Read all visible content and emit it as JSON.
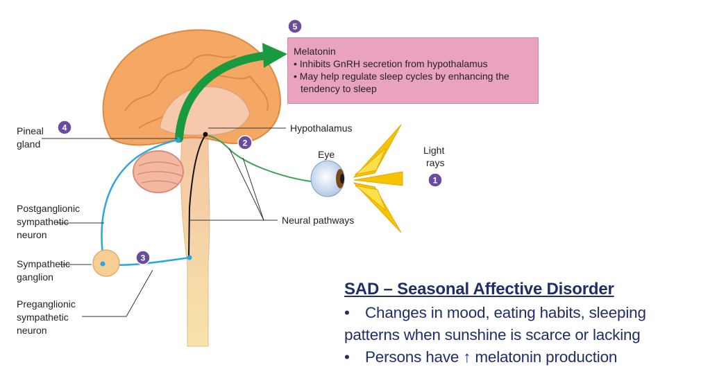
{
  "labels": {
    "pineal_line1": "Pineal",
    "pineal_line2": "gland",
    "hypothalamus": "Hypothalamus",
    "eye": "Eye",
    "light_line1": "Light",
    "light_line2": "rays",
    "postgang_line1": "Postganglionic",
    "postgang_line2": "sympathetic",
    "postgang_line3": "neuron",
    "neural_pathways": "Neural pathways",
    "sympgang_line1": "Sympathetic",
    "sympgang_line2": "ganglion",
    "pregang_line1": "Preganglionic",
    "pregang_line2": "sympathetic",
    "pregang_line3": "neuron"
  },
  "steps": [
    "1",
    "2",
    "3",
    "4",
    "5"
  ],
  "melatonin_box": {
    "title": "Melatonin",
    "items": [
      "Inhibits GnRH secretion from hypothalamus",
      "May help regulate sleep cycles by enhancing the tendency to sleep"
    ]
  },
  "sad": {
    "heading": "SAD – Seasonal Affective Disorder",
    "bullets": [
      "Changes in mood, eating habits, sleeping patterns when sunshine is scarce or lacking",
      "Persons have ↑ melatonin production"
    ]
  },
  "colors": {
    "badge": "#6a4c9c",
    "box_fill": "#e9a3c1",
    "arrow_green": "#1a9a3e",
    "sympathetic_blue": "#2aa6e0",
    "retina_green": "#3aa35a",
    "light_yellow": "#f5c400",
    "sad_text": "#1f2d6b"
  }
}
